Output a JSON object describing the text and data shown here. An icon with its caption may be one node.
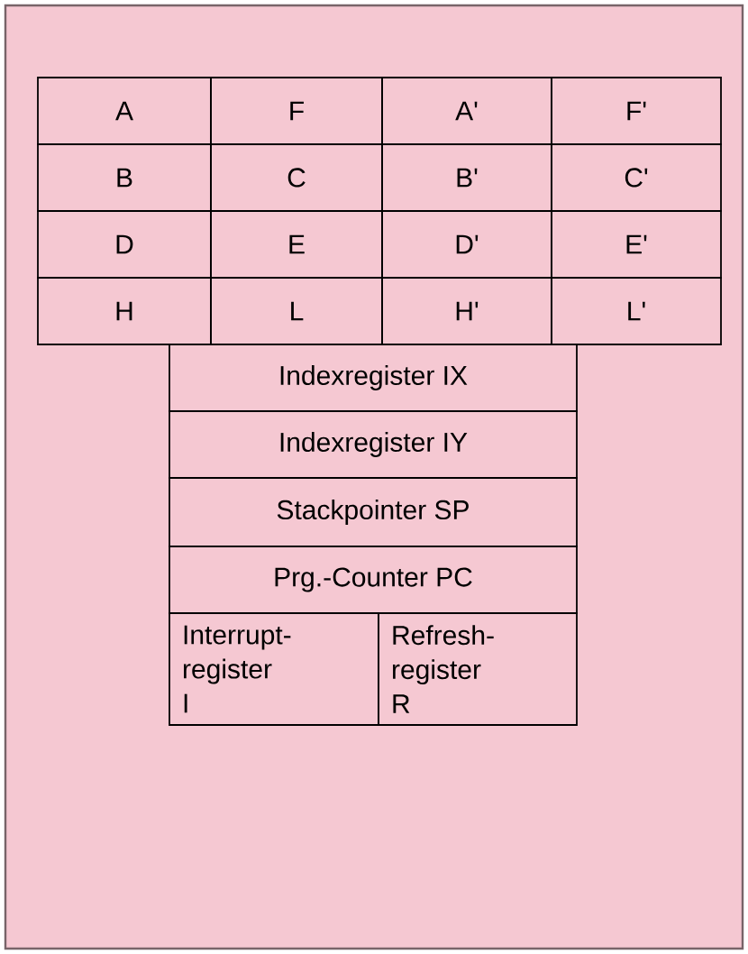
{
  "diagram": {
    "nodes": [
      {
        "text": [
          "A"
        ]
      },
      {
        "text": [
          "F"
        ]
      },
      {
        "text": [
          "A'"
        ]
      },
      {
        "text": [
          "F'"
        ]
      },
      {
        "text": [
          "B"
        ]
      },
      {
        "text": [
          "C"
        ]
      },
      {
        "text": [
          "B'"
        ]
      },
      {
        "text": [
          "C'"
        ]
      },
      {
        "text": [
          "D"
        ]
      },
      {
        "text": [
          "E"
        ]
      },
      {
        "text": [
          "D'"
        ]
      },
      {
        "text": [
          "E'"
        ]
      },
      {
        "text": [
          "H"
        ]
      },
      {
        "text": [
          "L"
        ]
      },
      {
        "text": [
          "H'"
        ]
      },
      {
        "text": [
          "L'"
        ]
      },
      {
        "text": [
          "Indexregister IX"
        ]
      },
      {
        "text": [
          "Indexregister IY"
        ]
      },
      {
        "text": [
          "Stackpointer SP"
        ]
      },
      {
        "text": [
          "Prg.-Counter PC"
        ]
      },
      {
        "text": [
          "Interrupt- register",
          "I"
        ]
      },
      {
        "text": [
          "Refresh- register",
          "R"
        ]
      }
    ]
  }
}
